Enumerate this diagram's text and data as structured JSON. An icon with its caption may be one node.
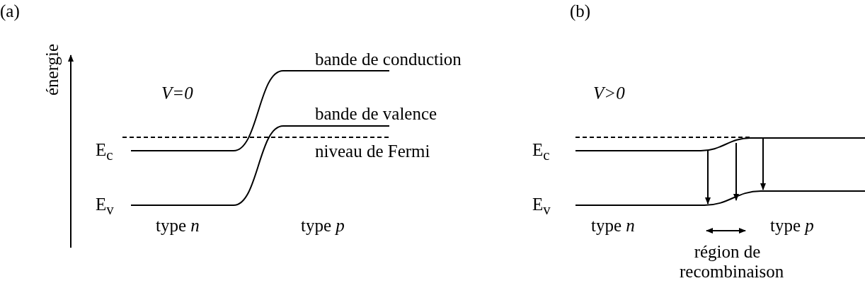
{
  "diagram": {
    "labels": [
      "(a)",
      "énergie",
      "V=0",
      "bande de conduction",
      "bande de valence",
      "niveau de Fermi",
      "E$_{c}$",
      "E$_{v}$",
      "type *n*",
      "type *p*",
      "(b)",
      "V>0",
      "E$_{c}$",
      "E$_{v}$",
      "type *n*",
      "type *p*",
      "région de recombinaison"
    ]
  }
}
